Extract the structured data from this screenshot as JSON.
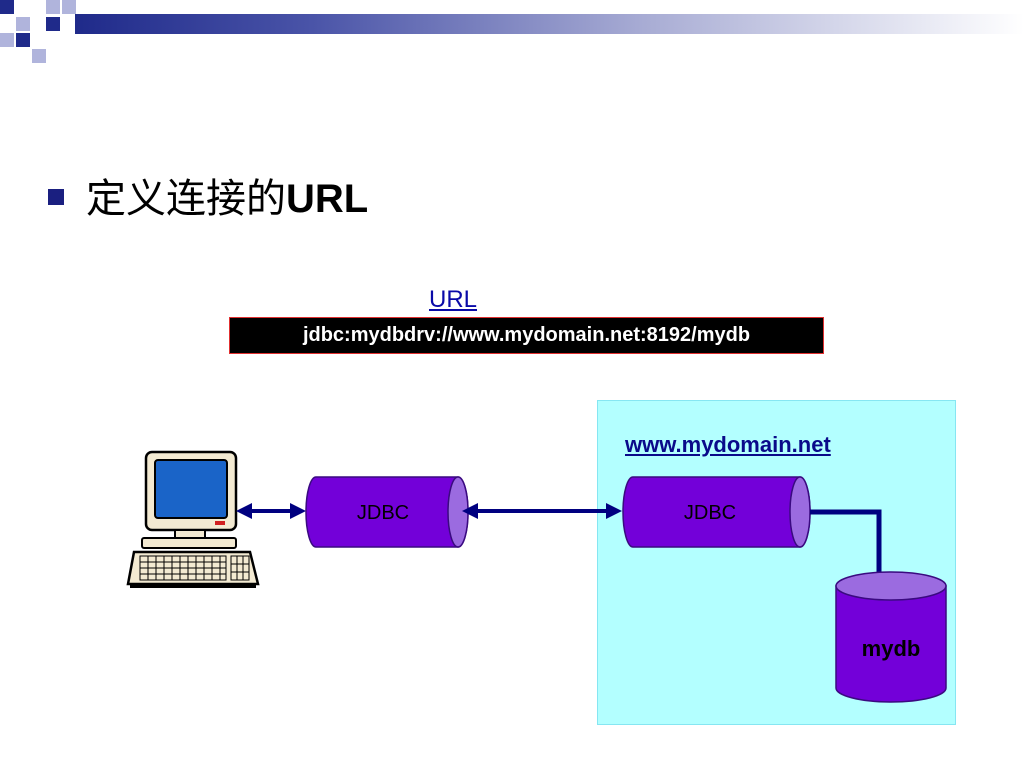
{
  "slide": {
    "title_cn": "定义连接的",
    "title_en": "URL"
  },
  "url": {
    "label": "URL",
    "value": "jdbc:mydbdrv://www.mydomain.net:8192/mydb"
  },
  "server": {
    "domain": "www.mydomain.net",
    "jdbc_label": "JDBC",
    "db_label": "mydb"
  },
  "client": {
    "jdbc_label": "JDBC"
  },
  "colors": {
    "header_blue": "#1f2a8a",
    "cylinder_purple": "#7300d9",
    "cylinder_light": "#9b6be0",
    "server_bg": "#b3ffff",
    "arrow_navy": "#000080"
  },
  "icons": [
    "computer-icon",
    "database-icon"
  ]
}
